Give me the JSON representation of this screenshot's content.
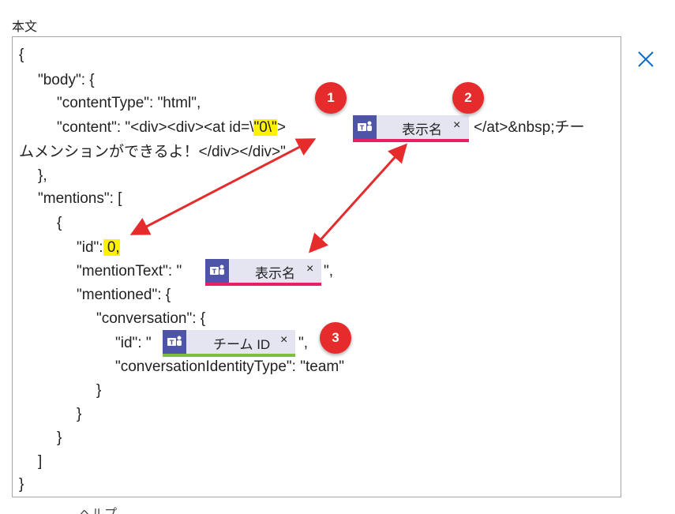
{
  "field_label": "本文",
  "code": {
    "l1": "{",
    "l2": "\"body\": {",
    "l3": "\"contentType\": \"html\",",
    "l4a": "\"content\": \"<div><div><at id=\\",
    "l4hl": "\"0\\\"",
    "l4b": ">",
    "l4c": "</at>&nbsp;チー",
    "l5": "ムメンションができるよ！</div></div>\"",
    "l6": "},",
    "l7": "\"mentions\": [",
    "l8": "{",
    "l9a": "\"id\":",
    "l9hl": " 0,",
    "l10a": "\"mentionText\": \"",
    "l10b": "\",",
    "l11": "\"mentioned\": {",
    "l12": "\"conversation\": {",
    "l13a": "\"id\": \"",
    "l13b": "\",",
    "l14": "\"conversationIdentityType\": \"team\"",
    "l15": "}",
    "l16": "}",
    "l17": "}",
    "l18": "]",
    "l19": "}"
  },
  "tokens": {
    "display_name_1": {
      "label": "表示名",
      "remove": "×"
    },
    "display_name_2": {
      "label": "表示名",
      "remove": "×"
    },
    "team_id": {
      "label": "チーム ID",
      "remove": "×"
    }
  },
  "badges": {
    "b1": "1",
    "b2": "2",
    "b3": "3"
  },
  "footer_cut_text": "ヘルプ",
  "icons": {
    "close": "close-icon",
    "token": "teams-icon"
  },
  "colors": {
    "highlight": "#fff200",
    "badge": "#e52b2b",
    "arrow": "#e52b2b",
    "underline_pink": "#e91e63",
    "underline_green": "#7cbf3a",
    "teams": "#4e55a9",
    "close": "#0a6cc8"
  }
}
